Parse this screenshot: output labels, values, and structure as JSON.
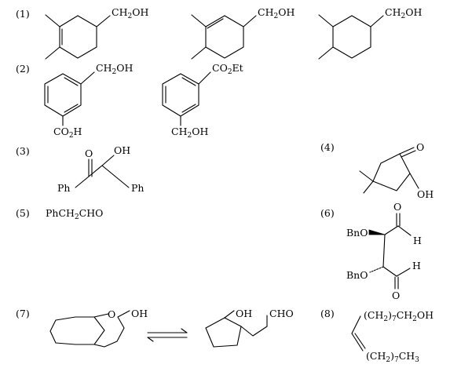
{
  "problems": [
    {
      "number": "(1)",
      "structures": [
        {
          "name": "dimethylcyclohexene-methanol",
          "groups": {
            "a": "CH",
            "a_sub": "2",
            "b": "OH"
          }
        },
        {
          "name": "dimethylcyclohexene-methanol-isomer",
          "groups": {
            "a": "CH",
            "a_sub": "2",
            "b": "OH"
          }
        },
        {
          "name": "dimethylcyclohexane-methanol",
          "groups": {
            "a": "CH",
            "a_sub": "2",
            "b": "OH"
          }
        }
      ]
    },
    {
      "number": "(2)",
      "structures": [
        {
          "name": "benzoic-acid-methanol",
          "top": {
            "a": "CH",
            "a_sub": "2",
            "b": "OH"
          },
          "bottom": {
            "a": "CO",
            "a_sub": "2",
            "b": "H"
          }
        },
        {
          "name": "ethyl-ester-methanol",
          "top": {
            "a": "CO",
            "a_sub": "2",
            "b": "Et"
          },
          "bottom": {
            "a": "CH",
            "a_sub": "2",
            "b": "OH"
          }
        }
      ]
    },
    {
      "number": "(3)",
      "labels": {
        "o": "O",
        "oh": "OH",
        "ph_left": "Ph",
        "ph_right": "Ph"
      }
    },
    {
      "number": "(4)",
      "labels": {
        "o": "O",
        "oh": "OH"
      }
    },
    {
      "number": "(5)",
      "formula": {
        "a": "PhCH",
        "a_sub": "2",
        "b": "CHO"
      }
    },
    {
      "number": "(6)",
      "labels": {
        "bno_top": "BnO",
        "bno_bottom": "BnO",
        "o_top": "O",
        "o_bottom": "O",
        "h_top": "H",
        "h_bottom": "H"
      }
    },
    {
      "number": "(7)",
      "labels": {
        "o_ring": "O",
        "oh_left": "OH",
        "oh_right": "OH",
        "cho": "CHO"
      }
    },
    {
      "number": "(8)",
      "top": {
        "a": "(CH",
        "a_sub": "2",
        "b": ")",
        "b_sub": "7",
        "c": "CH",
        "c_sub": "2",
        "d": "OH"
      },
      "bottom": {
        "a": "(CH",
        "a_sub": "2",
        "b": ")",
        "b_sub": "7",
        "c": "CH",
        "c_sub": "3"
      }
    }
  ]
}
